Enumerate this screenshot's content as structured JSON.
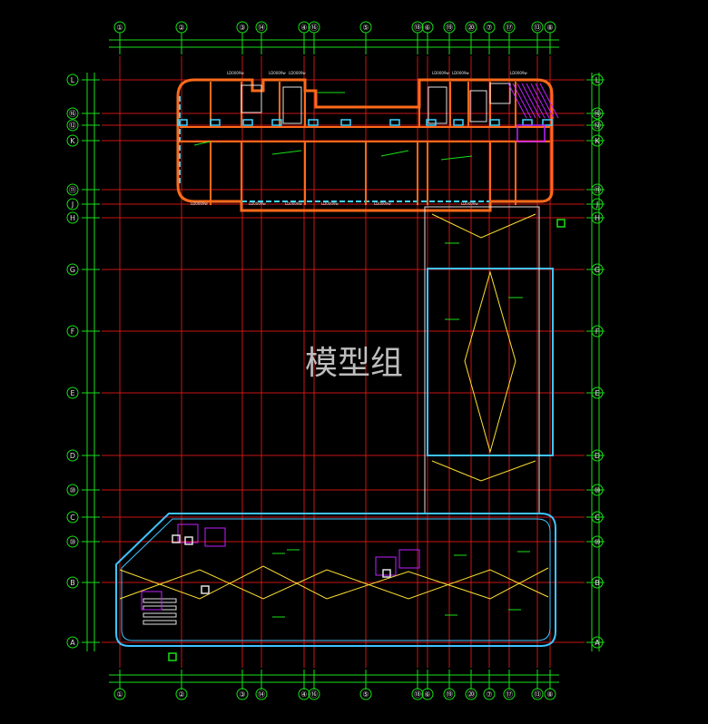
{
  "watermark": "模型组",
  "colors": {
    "background": "#000000",
    "axis_grid": "#e01818",
    "dimension": "#18e018",
    "wall": "#ff6a1a",
    "wall_glass": "#3fd3ff",
    "duct": "#ffe033",
    "equipment": "#c020ff",
    "ceiling_outline": "#3fc3ff",
    "bubble_text": "#e0e0e0"
  },
  "grid_axes": {
    "columns": [
      "①",
      "②",
      "③",
      "⑭",
      "④",
      "⑯",
      "⑤",
      "⑱",
      "⑥",
      "⑲",
      "⑳",
      "⑦",
      "⑰",
      "⑬",
      "⑧"
    ],
    "rows": [
      "L",
      "⑯",
      "⑫",
      "K",
      "⑪",
      "J",
      "H",
      "G",
      "F",
      "E",
      "D",
      "⑩",
      "C",
      "⑩",
      "B",
      "A"
    ]
  },
  "drawing_tags": [
    "LD0009w",
    "LD0009w",
    "LD0009w",
    "LD0009w",
    "LD0009w",
    "LD0009w",
    "LD0009w",
    "LD0009w",
    "LD0009w",
    "LD0009w",
    "LD0009w",
    "LD0009w"
  ]
}
